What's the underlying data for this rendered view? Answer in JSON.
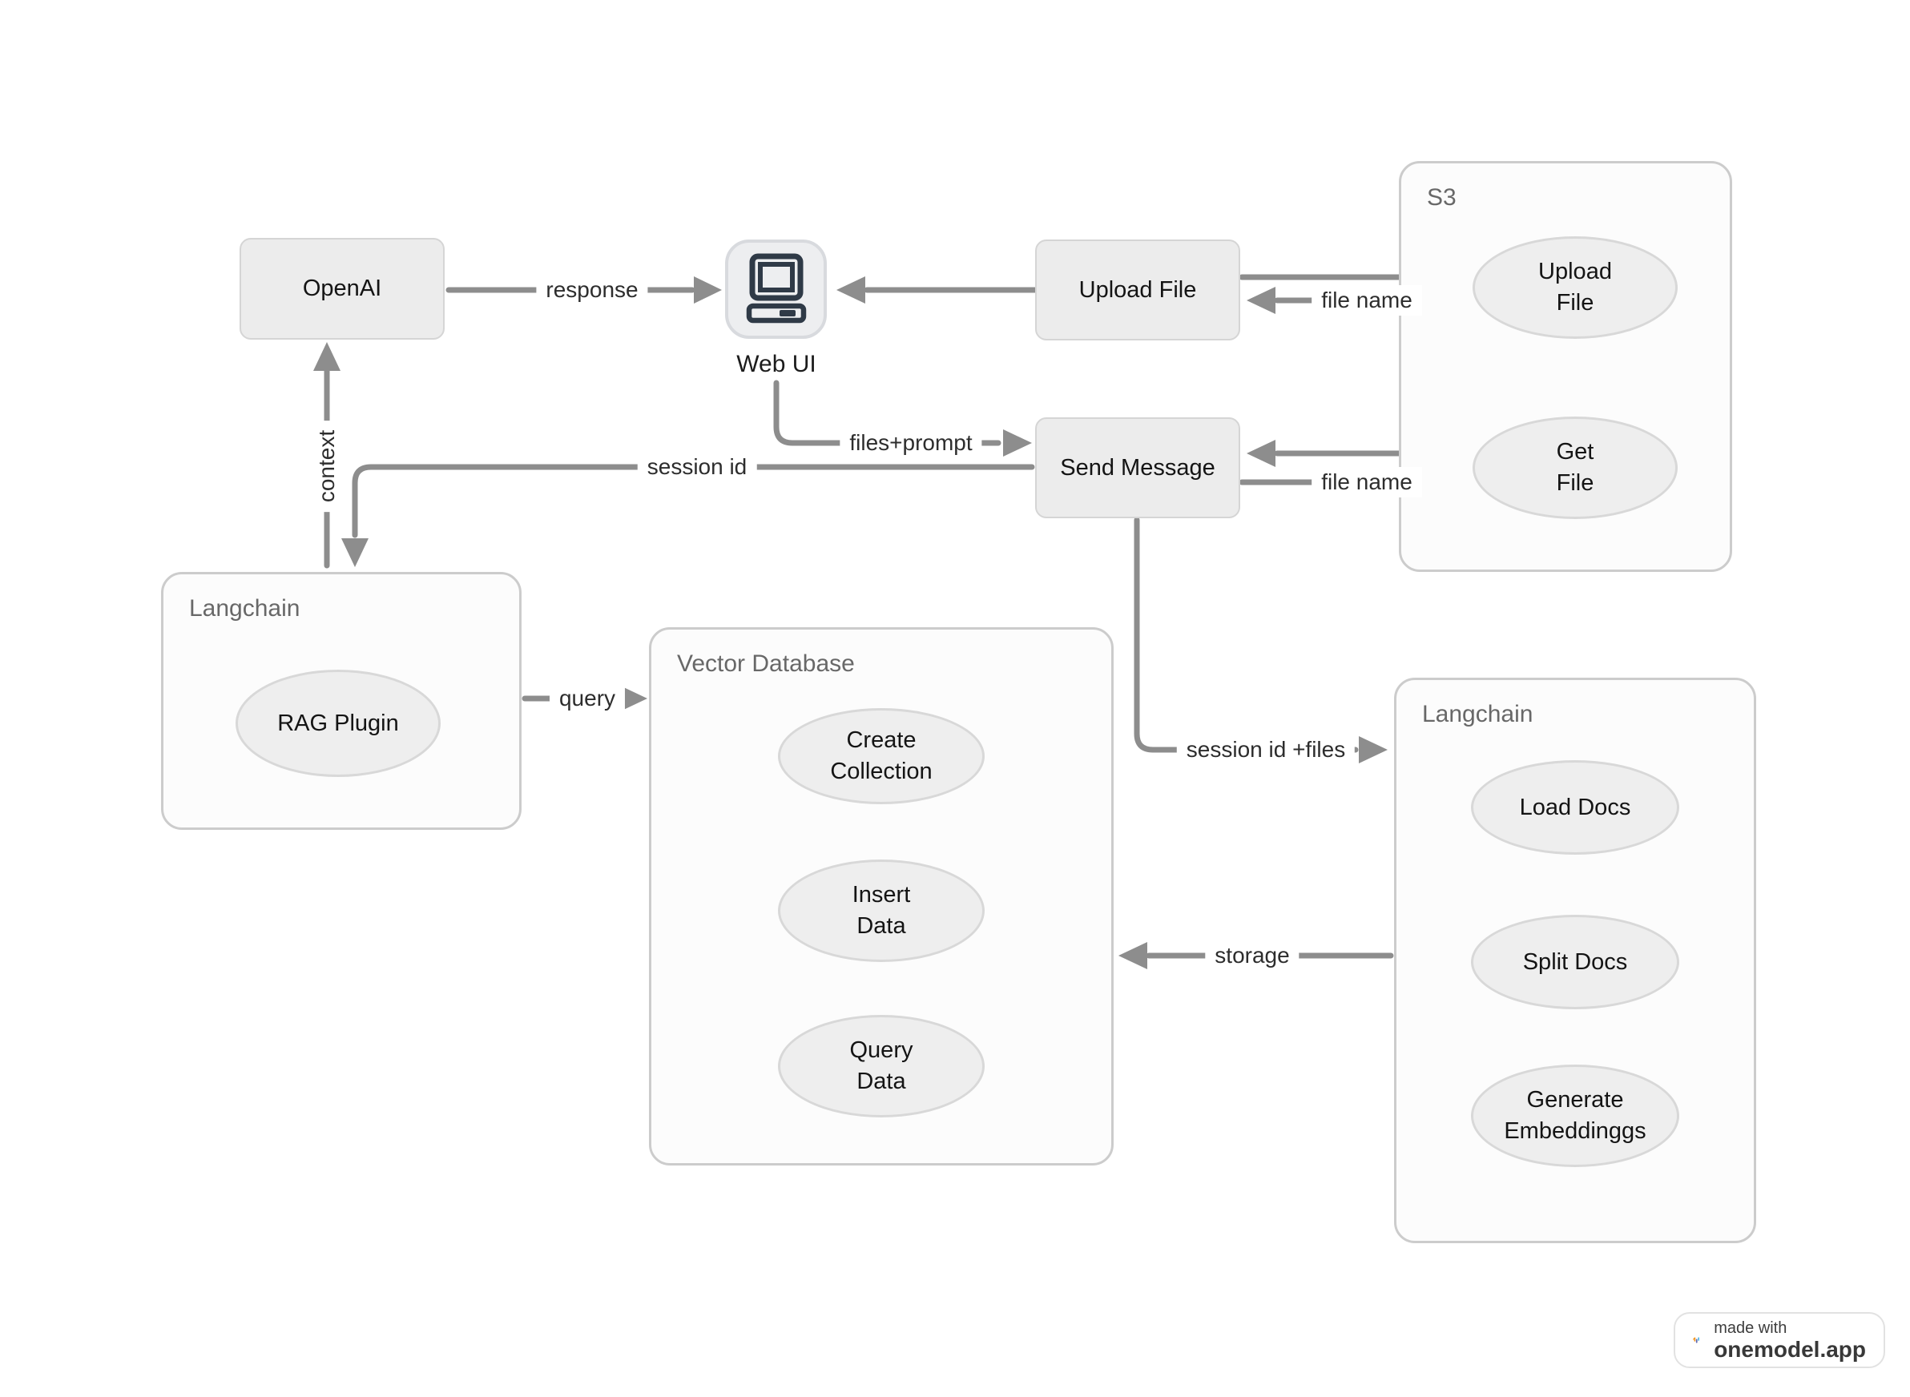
{
  "colors": {
    "arrow": "#8d8d8d",
    "node_fill": "#ececec",
    "node_border": "#d5d5d5",
    "ellipse_fill": "#eeeeee",
    "ellipse_border": "#d8d8d8",
    "container_fill": "#fcfcfc",
    "container_border": "#cccccc",
    "edge_text": "#2d2d2d",
    "node_text": "#141414",
    "container_label": "#686868",
    "icon_stroke": "#2f3a47",
    "badge_orange": "#f0941c",
    "badge_indigo": "#5f68b0",
    "badge_blue": "#55b7e6"
  },
  "nodes": {
    "openai": {
      "label": "OpenAI"
    },
    "web_ui": {
      "label": "Web UI"
    },
    "upload_file": {
      "label": "Upload File"
    },
    "send_message": {
      "label": "Send Message"
    }
  },
  "containers": {
    "s3": {
      "label": "S3"
    },
    "langchain_left": {
      "label": "Langchain"
    },
    "vector_db": {
      "label": "Vector Database"
    },
    "langchain_right": {
      "label": "Langchain"
    }
  },
  "ellipses": {
    "s3_upload_file": {
      "lines": [
        "Upload",
        "File"
      ]
    },
    "s3_get_file": {
      "lines": [
        "Get",
        "File"
      ]
    },
    "rag_plugin": {
      "lines": [
        "RAG Plugin"
      ]
    },
    "create_collection": {
      "lines": [
        "Create",
        "Collection"
      ]
    },
    "insert_data": {
      "lines": [
        "Insert",
        "Data"
      ]
    },
    "query_data": {
      "lines": [
        "Query",
        "Data"
      ]
    },
    "load_docs": {
      "lines": [
        "Load Docs"
      ]
    },
    "split_docs": {
      "lines": [
        "Split Docs"
      ]
    },
    "generate_embeddings": {
      "lines": [
        "Generate",
        "Embeddinggs"
      ]
    }
  },
  "edges": {
    "response": "response",
    "file_name_upload": "file name",
    "file_name_get": "file name",
    "files_prompt": "files+prompt",
    "session_id": "session id",
    "context": "context",
    "query": "query",
    "session_id_files": "session id +files",
    "storage": "storage"
  },
  "badge": {
    "made_with": "made with",
    "brand": "onemodel.app"
  }
}
